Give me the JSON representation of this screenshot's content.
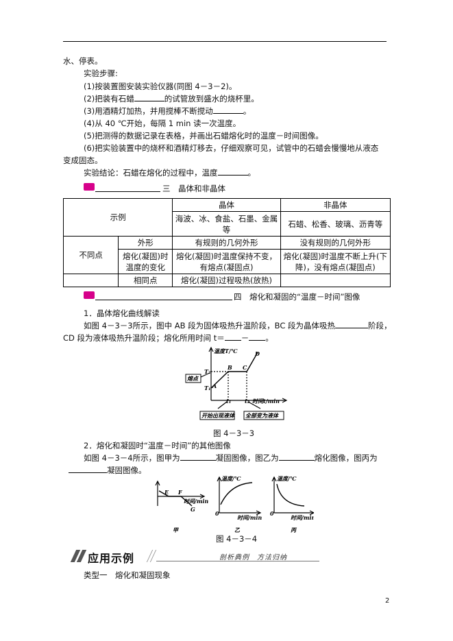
{
  "intro": {
    "line0": "水、停表。",
    "steps_title": "实验步骤:",
    "s1": "(1)按装置图安装实验仪器(同图 4－3－2)。",
    "s2a": "(2)把装有石蜡",
    "s2b": "的试管放到盛水的烧杯里。",
    "s3a": "(3)用酒精灯加热，并用搅棒不断搅动",
    "s3b": "。",
    "s4": "(4)从 40 ℃开始，每隔 1 min 读一次温度。",
    "s5": "(5)把测得的数据记录在表格，并画出石蜡熔化时的温度－时间图像。",
    "s6a": "(6)把实验装置中的烧杯和酒精灯移去，仔细观察可见，试管中的石蜡会慢慢地从液态",
    "s6b": "变成固态。",
    "conc_a": "实验结论：石蜡在熔化的过程中，温度",
    "conc_b": "。"
  },
  "section3": {
    "title": "三　晶体和非晶体"
  },
  "table": {
    "h_crystal": "晶体",
    "h_noncrystal": "非晶体",
    "r_example": "示例",
    "ex_crystal": "海波、冰、食盐、石墨、金属等",
    "ex_noncrystal": "石蜡、松香、玻璃、沥青等",
    "r_diff": "不同点",
    "shape": "外形",
    "shape_c": "有规则的几何外形",
    "shape_n": "没有规则的几何外形",
    "temp": "熔化(凝固)时温度的变化",
    "temp_c": "熔化(凝固)时温度保持不变，有熔点(凝固点)",
    "temp_n": "熔化(凝固)时温度不断上升(下降)，没有熔点(凝固点)",
    "same": "相同点",
    "same_v": "熔化(凝固)过程吸热(放热)"
  },
  "section4": {
    "title": "四　熔化和凝固的“温度－时间”图像",
    "h1": "1．晶体熔化曲线解读",
    "p1a": "如图 4－3－3所示，图中 AB 段为固体吸热升温阶段，BC 段为晶体吸热",
    "p1b": "阶段，",
    "p2a": "CD 段为液体吸热升温阶段；熔化所用时间 t＝",
    "p2b": "－",
    "p2c": "。"
  },
  "fig433": {
    "ylabel": "温度T/℃",
    "xlabel": "时间t/min",
    "T2": "T₂",
    "T1": "T₁",
    "A": "A",
    "B": "B",
    "C": "C",
    "D": "D",
    "t1": "t₁",
    "t2": "t₂",
    "box_left": "熔点",
    "box_start": "开始出现液体",
    "box_end": "全部变为液体",
    "caption": "图 4－3－3"
  },
  "part2": {
    "h2": "2．熔化和凝固时“温度－时间”的其他图像",
    "p3a": "如图 4－3－4所示，图甲为",
    "p3b": "凝固图像，图乙为",
    "p3c": "熔化图像，图丙为",
    "p4b": "凝固图像。"
  },
  "fig434": {
    "jia_E": "E",
    "jia_F": "F",
    "jia_G": "G",
    "jia_x": "时间/min",
    "ylabel": "温度/℃",
    "xlabel": "时间/min",
    "zero": "0",
    "jia": "甲",
    "yi": "乙",
    "bing": "丙",
    "caption": "图 4－3－4"
  },
  "banner": {
    "title": "应用示例",
    "subtitle": "剖析典例　方法归纳"
  },
  "type1": "类型一　熔化和凝固现象",
  "page_number": "2",
  "colors": {
    "marker": "#d6008a",
    "banner_slash": "#555555"
  }
}
